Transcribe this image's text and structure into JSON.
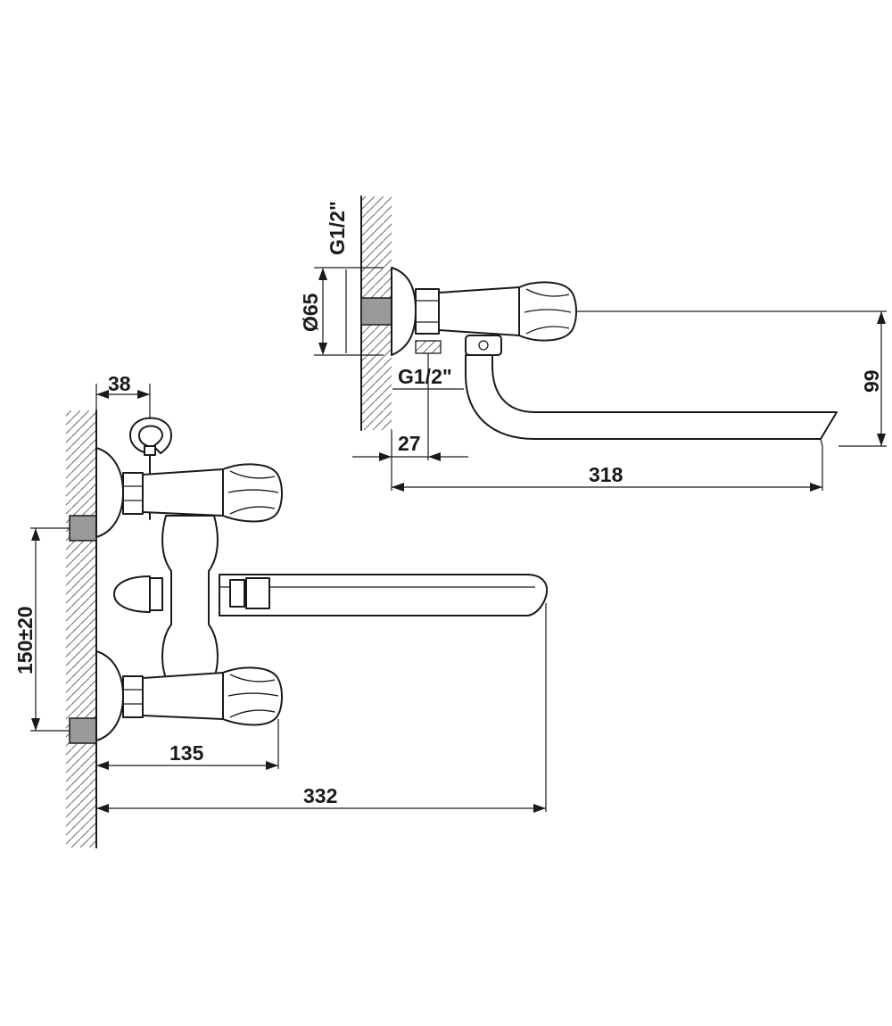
{
  "colors": {
    "line": "#1a1a1a",
    "hatch": "#6b6b6b",
    "fitting": "#9a9a9a"
  },
  "dimensions": {
    "side_wall_thread": "G1/2\"",
    "side_flange_diameter": "Ø65",
    "side_inlet_thread": "G1/2\"",
    "side_offset": "27",
    "side_spout_length": "318",
    "side_spout_height": "99",
    "front_holder_width": "38",
    "front_inlet_spacing": "150±20",
    "front_handle_projection": "135",
    "front_spout_projection": "332"
  }
}
